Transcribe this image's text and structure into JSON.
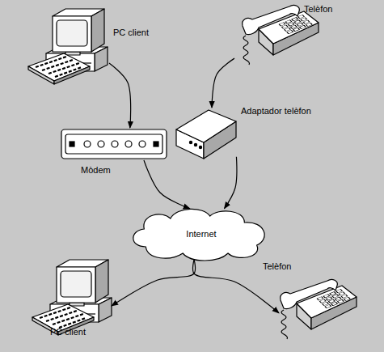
{
  "diagram": {
    "nodes": [
      {
        "text": [
          "PC client"
        ]
      },
      {
        "text": [
          "Telèfon"
        ]
      },
      {
        "text": [
          "Mòdem"
        ]
      },
      {
        "text": [
          "Adaptador telèfon"
        ]
      },
      {
        "text": [
          "Internet"
        ]
      },
      {
        "text": [
          "PC client"
        ]
      },
      {
        "text": [
          "Telèfon"
        ]
      }
    ],
    "edges": [
      {
        "from": 0,
        "to": 2,
        "arrow": "to"
      },
      {
        "from": 1,
        "to": 3,
        "arrow": "to"
      },
      {
        "from": 2,
        "to": 4,
        "arrow": "to"
      },
      {
        "from": 3,
        "to": 4,
        "arrow": "to"
      },
      {
        "from": 4,
        "to": 5,
        "arrow": "to"
      },
      {
        "from": 4,
        "to": 6,
        "arrow": "to"
      }
    ]
  }
}
